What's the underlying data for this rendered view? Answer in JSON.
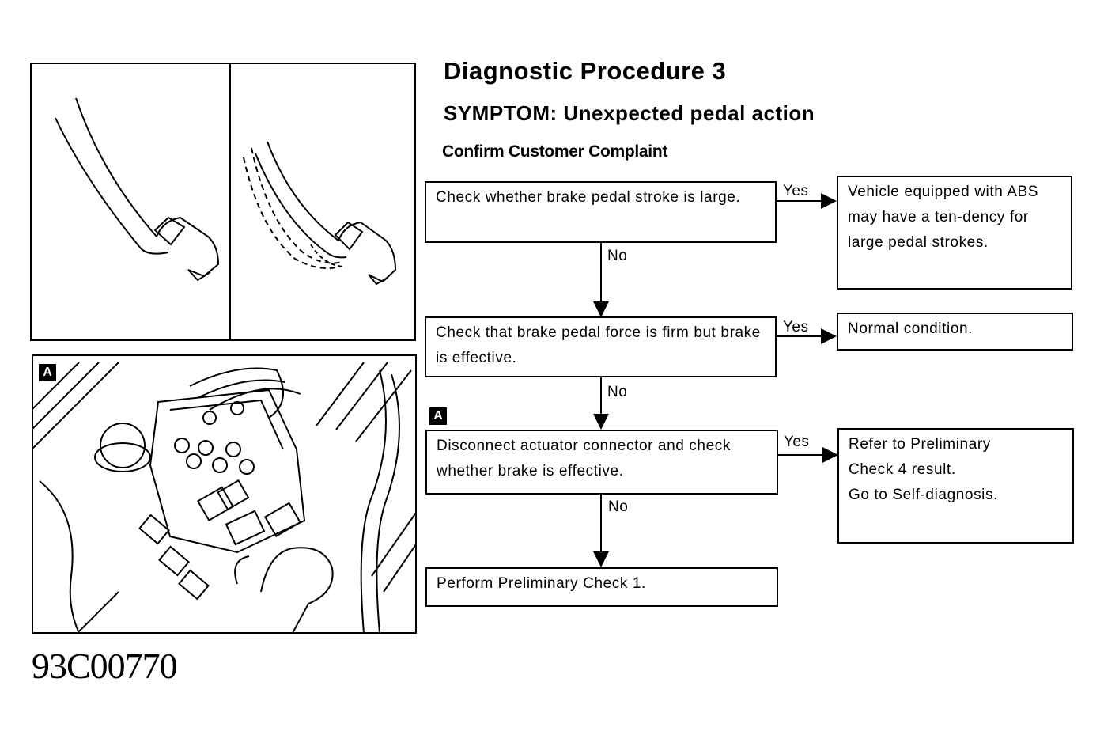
{
  "header": {
    "title": "Diagnostic Procedure 3",
    "symptom": "SYMPTOM: Unexpected pedal action",
    "subtitle": "Confirm Customer Complaint"
  },
  "flow": {
    "step1": "Check whether brake pedal stroke is large.",
    "step2": "Check that brake pedal force is firm but brake is effective.",
    "step3": "Disconnect actuator connector and check whether brake is effective.",
    "step4": "Perform Preliminary Check 1.",
    "result1": "Vehicle equipped with ABS may have a ten-dency for large pedal strokes.",
    "result2": "Normal condition.",
    "result3_line1": "Refer to Preliminary",
    "result3_line2": "Check 4 result.",
    "result3_line3": "Go to Self-diagnosis.",
    "yes": "Yes",
    "no": "No"
  },
  "tags": {
    "a": "A"
  },
  "figure_code": "93C00770"
}
